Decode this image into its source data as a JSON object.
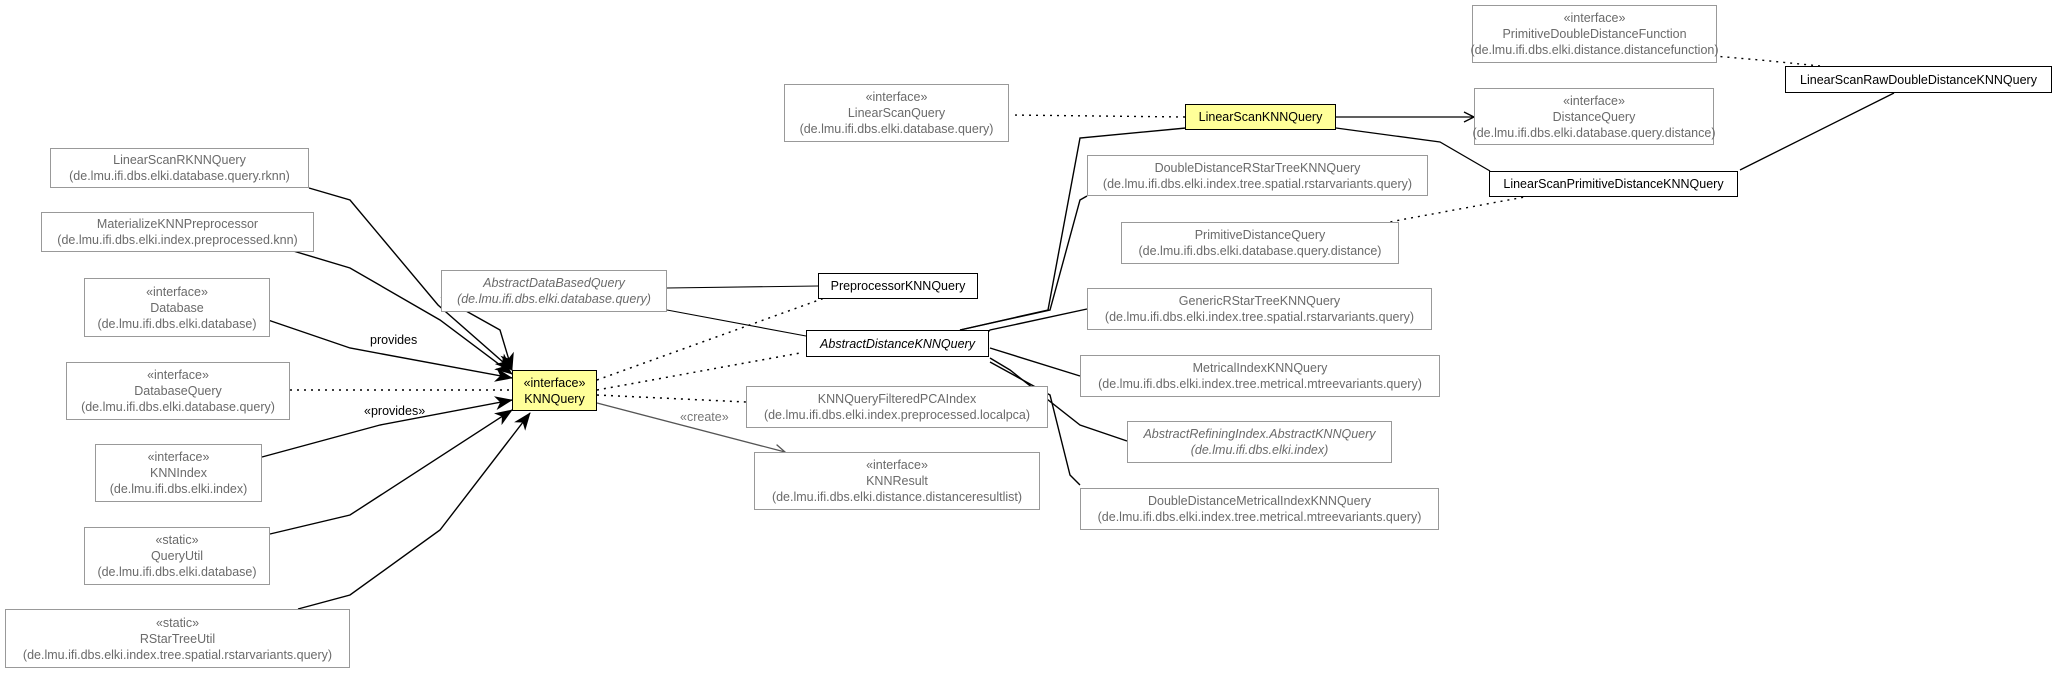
{
  "nodes": {
    "primitive_double_distance_function": {
      "stereotype": "«interface»",
      "name": "PrimitiveDoubleDistanceFunction",
      "package": "(de.lmu.ifi.dbs.elki.distance.distancefunction)"
    },
    "linear_scan_raw_double_distance_knn_query": {
      "name": "LinearScanRawDoubleDistanceKNNQuery"
    },
    "linear_scan_query": {
      "stereotype": "«interface»",
      "name": "LinearScanQuery",
      "package": "(de.lmu.ifi.dbs.elki.database.query)"
    },
    "linear_scan_knn_query": {
      "name": "LinearScanKNNQuery"
    },
    "distance_query": {
      "stereotype": "«interface»",
      "name": "DistanceQuery",
      "package": "(de.lmu.ifi.dbs.elki.database.query.distance)"
    },
    "linear_scan_primitive_distance_knn_query": {
      "name": "LinearScanPrimitiveDistanceKNNQuery"
    },
    "double_distance_rstar_tree_knn_query": {
      "name": "DoubleDistanceRStarTreeKNNQuery",
      "package": "(de.lmu.ifi.dbs.elki.index.tree.spatial.rstarvariants.query)"
    },
    "primitive_distance_query": {
      "name": "PrimitiveDistanceQuery",
      "package": "(de.lmu.ifi.dbs.elki.database.query.distance)"
    },
    "linear_scan_rknn_query": {
      "name": "LinearScanRKNNQuery",
      "package": "(de.lmu.ifi.dbs.elki.database.query.rknn)"
    },
    "materialize_knn_preprocessor": {
      "name": "MaterializeKNNPreprocessor",
      "package": "(de.lmu.ifi.dbs.elki.index.preprocessed.knn)"
    },
    "abstract_data_based_query": {
      "name": "AbstractDataBasedQuery",
      "package": "(de.lmu.ifi.dbs.elki.database.query)"
    },
    "preprocessor_knn_query": {
      "name": "PreprocessorKNNQuery"
    },
    "database": {
      "stereotype": "«interface»",
      "name": "Database",
      "package": "(de.lmu.ifi.dbs.elki.database)"
    },
    "generic_rstar_tree_knn_query": {
      "name": "GenericRStarTreeKNNQuery",
      "package": "(de.lmu.ifi.dbs.elki.index.tree.spatial.rstarvariants.query)"
    },
    "abstract_distance_knn_query": {
      "name": "AbstractDistanceKNNQuery"
    },
    "metrical_index_knn_query": {
      "name": "MetricalIndexKNNQuery",
      "package": "(de.lmu.ifi.dbs.elki.index.tree.metrical.mtreevariants.query)"
    },
    "database_query": {
      "stereotype": "«interface»",
      "name": "DatabaseQuery",
      "package": "(de.lmu.ifi.dbs.elki.database.query)"
    },
    "knn_query": {
      "stereotype": "«interface»",
      "name": "KNNQuery"
    },
    "knn_query_filtered_pca_index": {
      "name": "KNNQueryFilteredPCAIndex",
      "package": "(de.lmu.ifi.dbs.elki.index.preprocessed.localpca)"
    },
    "abstract_refining_index_knn_query": {
      "name": "AbstractRefiningIndex.AbstractKNNQuery",
      "package": "(de.lmu.ifi.dbs.elki.index)"
    },
    "knn_index": {
      "stereotype": "«interface»",
      "name": "KNNIndex",
      "package": "(de.lmu.ifi.dbs.elki.index)"
    },
    "knn_result": {
      "stereotype": "«interface»",
      "name": "KNNResult",
      "package": "(de.lmu.ifi.dbs.elki.distance.distanceresultlist)"
    },
    "double_distance_metrical_index_knn_query": {
      "name": "DoubleDistanceMetricalIndexKNNQuery",
      "package": "(de.lmu.ifi.dbs.elki.index.tree.metrical.mtreevariants.query)"
    },
    "query_util": {
      "stereotype": "«static»",
      "name": "QueryUtil",
      "package": "(de.lmu.ifi.dbs.elki.database)"
    },
    "rstar_tree_util": {
      "stereotype": "«static»",
      "name": "RStarTreeUtil",
      "package": "(de.lmu.ifi.dbs.elki.index.tree.spatial.rstarvariants.query)"
    }
  },
  "edge_labels": {
    "provides": "provides",
    "provides_stereo": "«provides»",
    "create": "«create»"
  },
  "colors": {
    "highlight_fill": "#ffff99",
    "strong_border": "#000000",
    "light_border": "#999999"
  }
}
